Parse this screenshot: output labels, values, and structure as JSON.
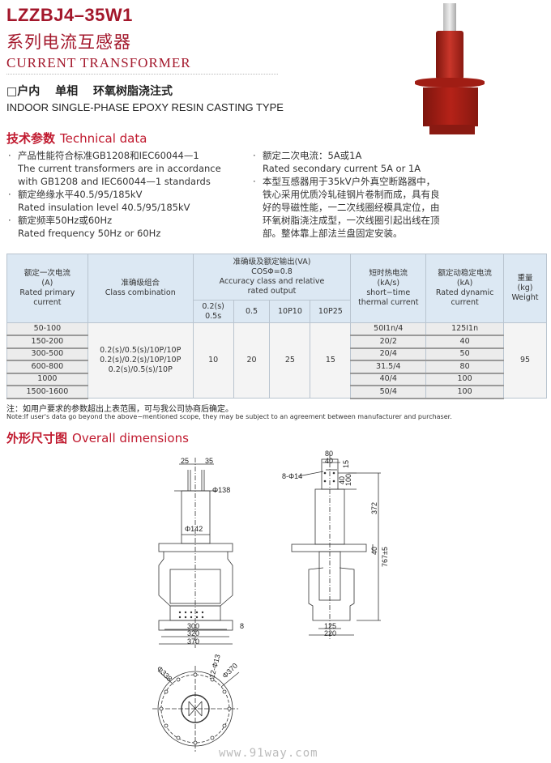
{
  "header": {
    "model": "LZZBJ4–35W1",
    "title_cn": "系列电流互感器",
    "title_en": "CURRENT TRANSFORMER",
    "type_cn": "□户内 单相 环氧树脂浇注式",
    "type_en": "INDOOR SINGLE-PHASE EPOXY RESIN CASTING TYPE"
  },
  "technical": {
    "title_cn": "技术参数",
    "title_en": "Technical data",
    "left": [
      [
        "产品性能符合标准GB1208和IEC60044—1",
        "The current transformers are in accordance",
        "with GB1208 and IEC60044—1 standards"
      ],
      [
        "额定绝缘水平40.5/95/185kV",
        "Rated insulation level 40.5/95/185kV"
      ],
      [
        "额定频率50Hz或60Hz",
        "Rated frequency 50Hz or 60Hz"
      ]
    ],
    "right": [
      [
        "额定二次电流：5A或1A",
        "Rated secondary current 5A or 1A"
      ],
      [
        "本型互感器用于35kV户外真空断路器中，",
        "铁心采用优质冷轧硅钢片卷制而成，具有良",
        "好的导磁性能，一二次线圈经模具定位，由",
        "环氧树脂浇注成型，一次线圈引起出线在顶",
        "部。整体靠上部法兰盘固定安装。"
      ]
    ]
  },
  "table": {
    "h_primary": [
      "额定一次电流",
      "(A)",
      "Rated primary",
      "current"
    ],
    "h_class": [
      "准确级组合",
      "Class combination"
    ],
    "h_accuracy": [
      "准确级及额定输出(VA)",
      "COSΦ=0.8",
      "Accuracy class and relative",
      "rated output"
    ],
    "h_sub": [
      "0.2(s) 0.5s",
      "0.5",
      "10P10",
      "10P25"
    ],
    "h_thermal": [
      "短时热电流",
      "(kA/s)",
      "short−time",
      "thermal current"
    ],
    "h_dynamic": [
      "额定动稳定电流",
      "(kA)",
      "Rated dynamic",
      "current"
    ],
    "h_weight": [
      "重量",
      "(kg)",
      "Weight"
    ],
    "primary": [
      "50-100",
      "150-200",
      "300-500",
      "600-800",
      "1000",
      "1500-1600"
    ],
    "class": [
      "0.2(s)/0.5(s)/10P/10P",
      "0.2(s)/0.2(s)/10P/10P",
      "0.2(s)/0.5(s)/10P"
    ],
    "outputs": [
      "10",
      "20",
      "25",
      "15"
    ],
    "thermal": [
      "50I1n/4",
      "20/2",
      "20/4",
      "31.5/4",
      "40/4",
      "50/4"
    ],
    "dynamic": [
      "125I1n",
      "40",
      "50",
      "80",
      "100",
      "100"
    ],
    "weight": "95"
  },
  "note": {
    "cn": "注：如用户要求的参数超出上表范围，可与我公司协商后确定。",
    "en": "Note:If user's data go beyond the above−mentioned scope, they may be subject to an agreement between manufacturer and purchaser."
  },
  "dimensions": {
    "title_cn": "外形尺寸图",
    "title_en": "Overall dimensions",
    "front": {
      "d25": "25",
      "d35": "35",
      "d138": "Φ138",
      "d142": "Φ142",
      "d300": "300",
      "d320": "320",
      "d370": "370",
      "d8": "8"
    },
    "side": {
      "d80": "80",
      "d40": "40",
      "d15": "15",
      "d40b": "40",
      "d100": "100",
      "holes": "8-Φ14",
      "d372": "372",
      "d40c": "40",
      "d767": "767±5",
      "d125": "125",
      "d220": "220"
    },
    "bottom": {
      "d338": "Φ338",
      "holes": "12-Φ13",
      "d370": "Φ370"
    }
  },
  "watermark": "www.91way.com",
  "colors": {
    "accent": "#a3172b",
    "header_bg": "#dce8f3",
    "product": "#b52218"
  }
}
